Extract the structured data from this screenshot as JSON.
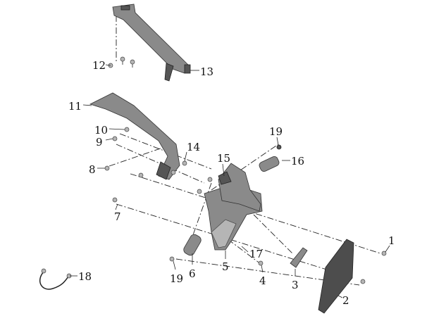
{
  "diagram": {
    "callouts": [
      "1",
      "2",
      "3",
      "4",
      "5",
      "6",
      "7",
      "8",
      "9",
      "10",
      "11",
      "12",
      "13",
      "14",
      "15",
      "16",
      "17",
      "18",
      "19",
      "19"
    ],
    "colors": {
      "part": "#8a8a8a",
      "plate": "#4d4d4d",
      "line": "#222222"
    }
  }
}
